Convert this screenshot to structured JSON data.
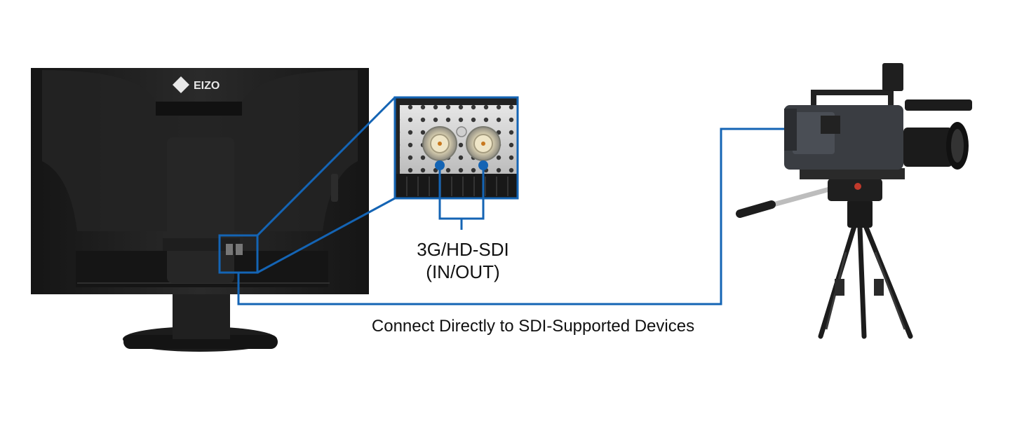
{
  "monitor": {
    "brand": "EIZO"
  },
  "callout": {
    "port_line1": "3G/HD-SDI",
    "port_line2": "(IN/OUT)"
  },
  "caption": "Connect Directly to SDI-Supported Devices",
  "colors": {
    "accent": "#1464b4",
    "monitor": "#1b1b1b",
    "panel": "#d9d9d9"
  }
}
